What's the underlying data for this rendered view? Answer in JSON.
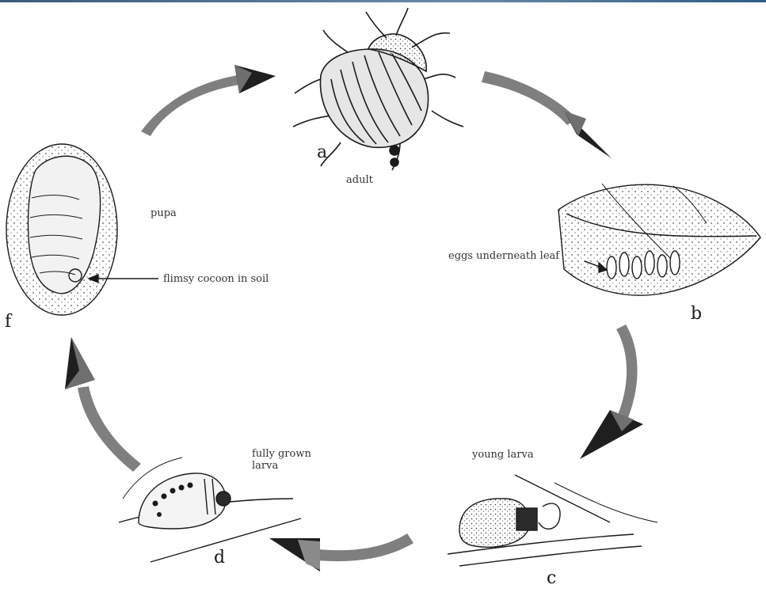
{
  "diagram": {
    "stages": [
      {
        "id": "a",
        "letter": "a",
        "caption": "adult"
      },
      {
        "id": "b",
        "letter": "b",
        "caption": "eggs underneath leaf"
      },
      {
        "id": "c",
        "letter": "c",
        "caption": "young larva"
      },
      {
        "id": "d",
        "letter": "d",
        "caption": "fully grown larva"
      },
      {
        "id": "f",
        "letter": "f",
        "caption": "pupa"
      }
    ],
    "cocoon_label": "flimsy cocoon in soil",
    "colors": {
      "arrow": "#7f7f7f",
      "arrowhead": "#1f1f1f",
      "ink": "#1a1a1a",
      "beetle_body": "#d8d8d8"
    }
  }
}
